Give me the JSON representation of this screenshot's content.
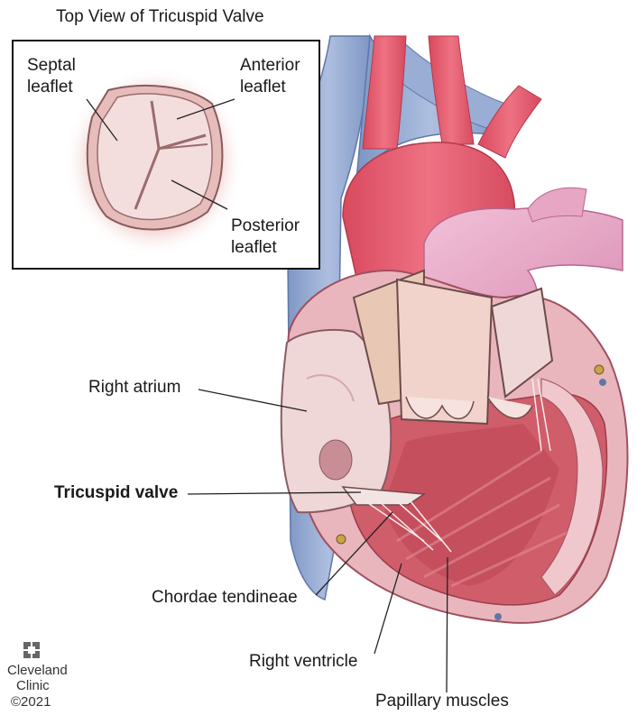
{
  "inset": {
    "title": "Top View of Tricuspid Valve",
    "labels": {
      "septal_1": "Septal",
      "septal_2": "leaflet",
      "anterior_1": "Anterior",
      "anterior_2": "leaflet",
      "posterior_1": "Posterior",
      "posterior_2": "leaflet"
    }
  },
  "labels": {
    "right_atrium": "Right atrium",
    "tricuspid_valve": "Tricuspid valve",
    "chordae_tendineae": "Chordae tendineae",
    "right_ventricle": "Right ventricle",
    "papillary_muscles": "Papillary muscles"
  },
  "branding": {
    "name_1": "Cleveland",
    "name_2": "Clinic",
    "copyright": "©2021"
  },
  "colors": {
    "vein_blue": "#8fa6cf",
    "aorta_red": "#e3566b",
    "pulmonary_pink": "#e9a8c6",
    "atrium_pink": "#efd7d8",
    "myocardium": "#eab5bc",
    "ventricle_red": "#cf5d6a"
  }
}
